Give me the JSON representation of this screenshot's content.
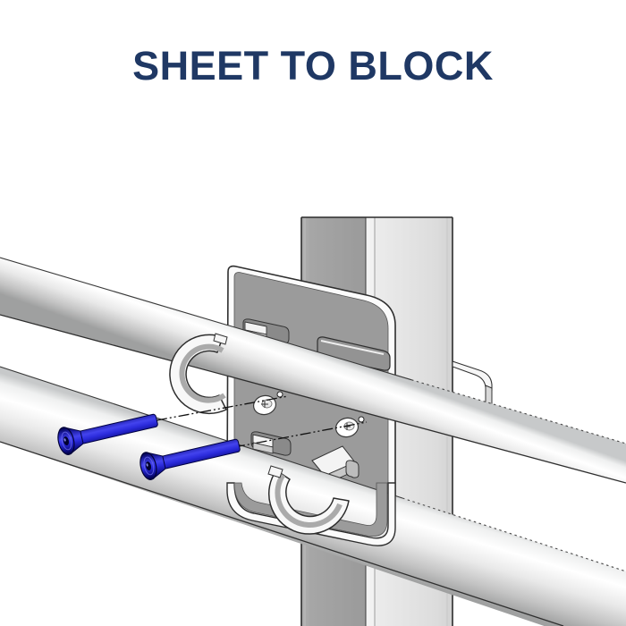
{
  "title": {
    "text": "SHEET TO BLOCK"
  },
  "colors": {
    "title_navy": "#1f3864",
    "bolt_blue_bright": "#4343ee",
    "bolt_blue_dark": "#00004a",
    "metal_face_mid": "#9b9b9b",
    "metal_face_light": "#e0e0e0",
    "edge_outline": "#2d2d2d",
    "background": "#ffffff"
  },
  "diagram": {
    "type": "exploded-assembly-illustration",
    "components": [
      "vertical-post",
      "mounting-block",
      "sheet-plate",
      "upper-tube",
      "lower-tube",
      "upper-hook",
      "lower-hook",
      "upper-clip-tab",
      "upper-slot",
      "lower-clip-tab",
      "lower-wedge-tab",
      "countersunk-hole-upper",
      "countersunk-hole-lower",
      "flat-head-bolt-1",
      "flat-head-bolt-2",
      "centerline-1",
      "centerline-2"
    ]
  }
}
